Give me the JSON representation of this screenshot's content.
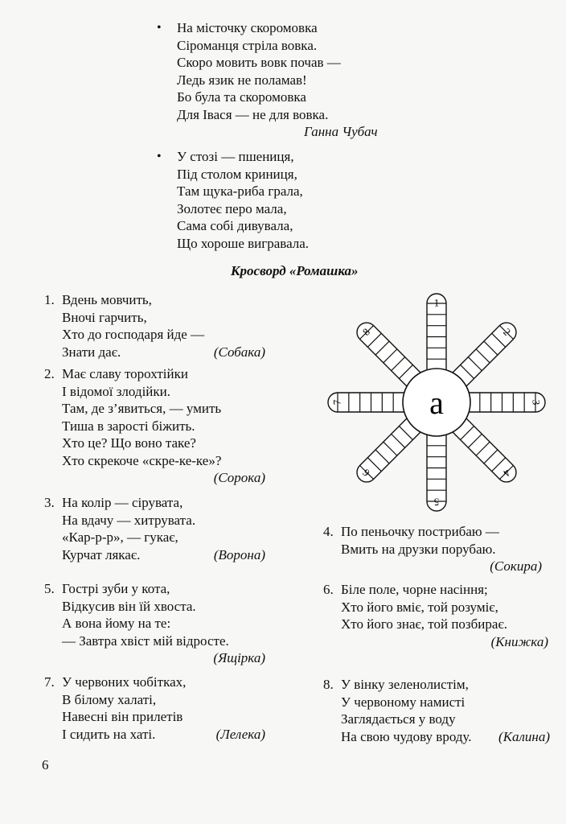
{
  "poem1": {
    "lines": [
      "На місточку скоромовка",
      "Сіроманця стріла вовка.",
      "Скоро мовить вовк почав —",
      "Ледь язик не поламав!",
      "Бо була та скоромовка",
      "Для Івася — не для вовка."
    ],
    "author": "Ганна Чубач"
  },
  "poem2": {
    "lines": [
      "У стозі — пшениця,",
      "Під столом криниця,",
      "Там щука-риба грала,",
      "Золотеє перо мала,",
      "Сама собі дивувала,",
      "Що хороше вигравала."
    ]
  },
  "crossword": {
    "title": "Кросворд «Ромашка»",
    "center_letter": "а",
    "petal_numbers": [
      "1",
      "2",
      "3",
      "4",
      "5",
      "6",
      "7",
      "8"
    ]
  },
  "riddles": [
    {
      "num": "1.",
      "lines": [
        "Вдень мовчить,",
        "Вночі гарчить,",
        "Хто до господаря йде —",
        "Знати дає."
      ],
      "answer": "(Собака)"
    },
    {
      "num": "2.",
      "lines": [
        "Має славу торохтійки",
        "І відомої злодійки.",
        "Там, де з’явиться, — умить",
        "Тиша в заростi біжить.",
        "Хто це? Що воно таке?",
        "Хто скрекоче «скре-ке-ке»?"
      ],
      "answer": "(Сорока)"
    },
    {
      "num": "3.",
      "lines": [
        "На колір — сірувата,",
        "На вдачу — хитрувата.",
        "«Кар-р-р», — гукає,",
        "Курчат лякає."
      ],
      "answer": "(Ворона)"
    },
    {
      "num": "4.",
      "lines": [
        "По пеньочку пострибаю —",
        "Вмить на друзки порубаю."
      ],
      "answer": "(Сокира)"
    },
    {
      "num": "5.",
      "lines": [
        "Гострі зуби у кота,",
        "Відкусив він їй хвоста.",
        "А вона йому на те:",
        "— Завтра хвіст мій відросте."
      ],
      "answer": "(Ящірка)"
    },
    {
      "num": "6.",
      "lines": [
        "Біле поле, чорне насіння;",
        "Хто його вміє, той розуміє,",
        "Хто його знає, той позбирає."
      ],
      "answer": "(Книжка)"
    },
    {
      "num": "7.",
      "lines": [
        "У червоних чобітках,",
        "В білому халаті,",
        "Навесні він прилетів",
        "І сидить на хаті."
      ],
      "answer": "(Лелека)"
    },
    {
      "num": "8.",
      "lines": [
        "У вінку зеленолистім,",
        "У червоному намисті",
        "Заглядається у воду",
        "На свою чудову вроду."
      ],
      "answer": "(Калина)"
    }
  ],
  "page_number": "6"
}
